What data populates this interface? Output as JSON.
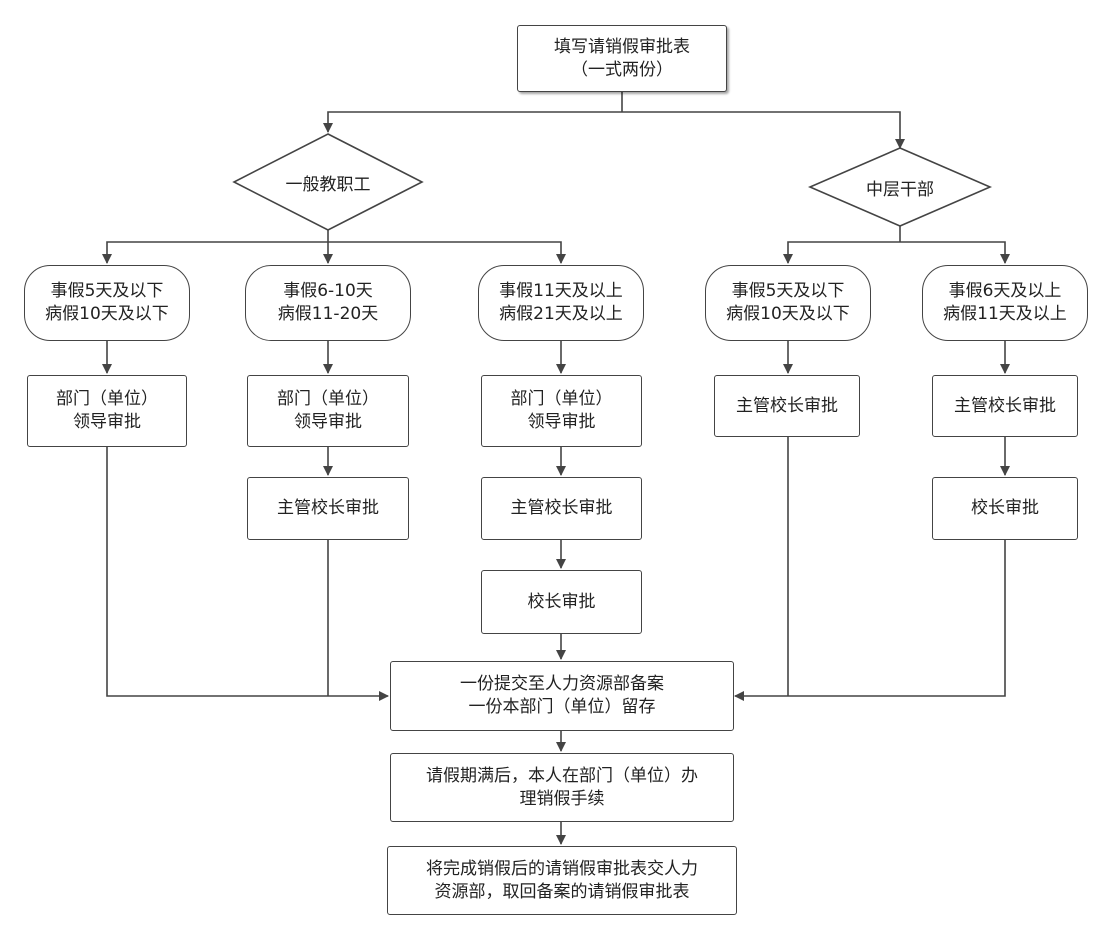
{
  "diagram": {
    "start": {
      "line1": "填写请销假审批表",
      "line2": "（一式两份）"
    },
    "general_staff": "一般教职工",
    "middle_cadre": "中层干部",
    "g_cond1": {
      "line1": "事假5天及以下",
      "line2": "病假10天及以下"
    },
    "g_cond2": {
      "line1": "事假6-10天",
      "line2": "病假11-20天"
    },
    "g_cond3": {
      "line1": "事假11天及以上",
      "line2": "病假21天及以上"
    },
    "m_cond1": {
      "line1": "事假5天及以下",
      "line2": "病假10天及以下"
    },
    "m_cond2": {
      "line1": "事假6天及以上",
      "line2": "病假11天及以上"
    },
    "dept_approval": {
      "line1": "部门（单位）",
      "line2": "领导审批"
    },
    "supervising_principal_approval": "主管校长审批",
    "principal_approval": "校长审批",
    "submit": {
      "line1": "一份提交至人力资源部备案",
      "line2": "一份本部门（单位）留存"
    },
    "leave_end": {
      "line1": "请假期满后，本人在部门（单位）办",
      "line2": "理销假手续"
    },
    "final": {
      "line1": "将完成销假后的请销假审批表交人力",
      "line2": "资源部，取回备案的请销假审批表"
    }
  }
}
